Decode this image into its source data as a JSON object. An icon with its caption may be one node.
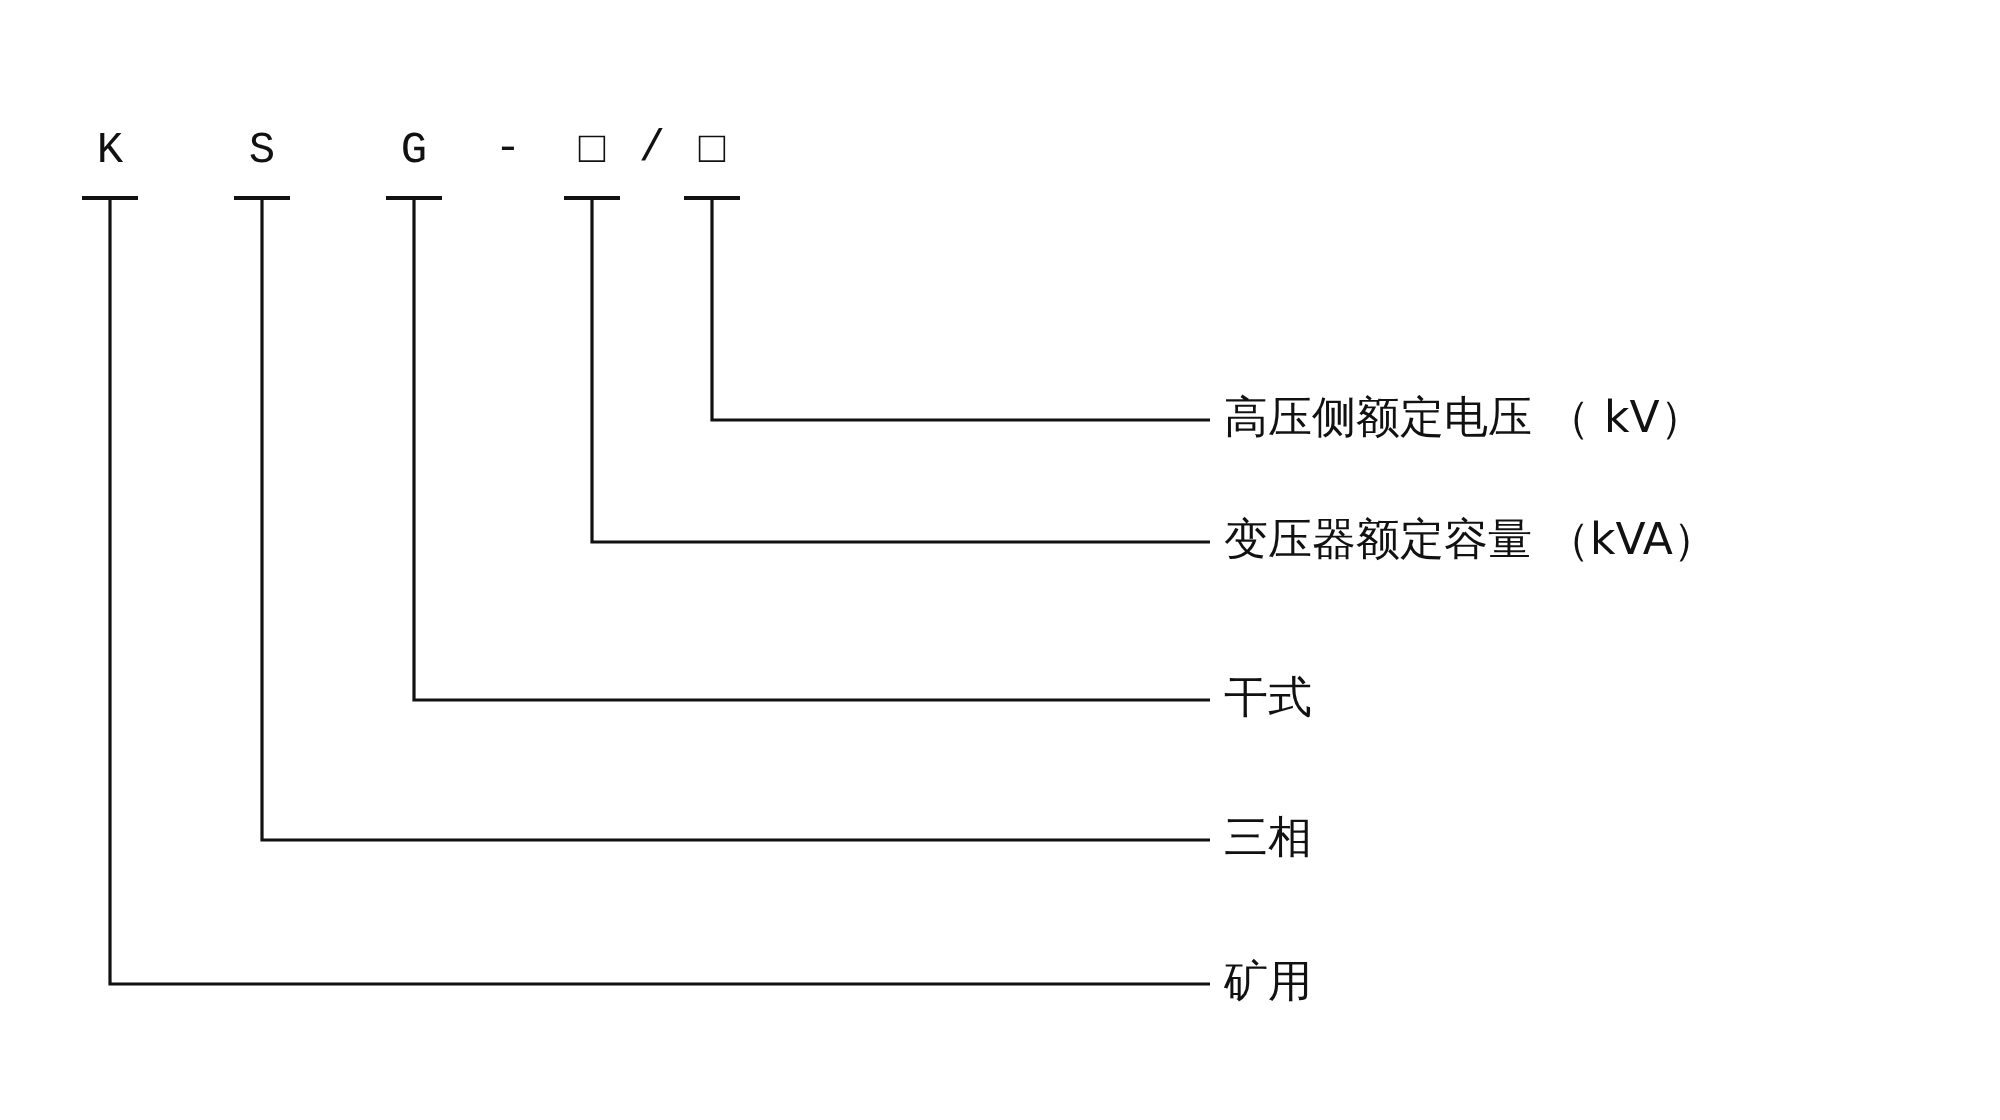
{
  "diagram": {
    "nodes": [
      {
        "text": [
          "K"
        ]
      },
      {
        "text": [
          "S"
        ]
      },
      {
        "text": [
          "G"
        ]
      },
      {
        "text": [
          "□"
        ]
      },
      {
        "text": [
          "□"
        ]
      },
      {
        "text": [
          "高压侧额定电压 （ kV）"
        ]
      },
      {
        "text": [
          "变压器额定容量 （kVA）"
        ]
      },
      {
        "text": [
          "干式"
        ]
      },
      {
        "text": [
          "三相"
        ]
      },
      {
        "text": [
          "矿用"
        ]
      }
    ],
    "edges": [
      {
        "from": 4,
        "to": 5,
        "arrow": "none"
      },
      {
        "from": 3,
        "to": 6,
        "arrow": "none"
      },
      {
        "from": 2,
        "to": 7,
        "arrow": "none"
      },
      {
        "from": 1,
        "to": 8,
        "arrow": "none"
      },
      {
        "from": 0,
        "to": 9,
        "arrow": "none"
      }
    ],
    "labels": [
      "-",
      "/"
    ]
  }
}
